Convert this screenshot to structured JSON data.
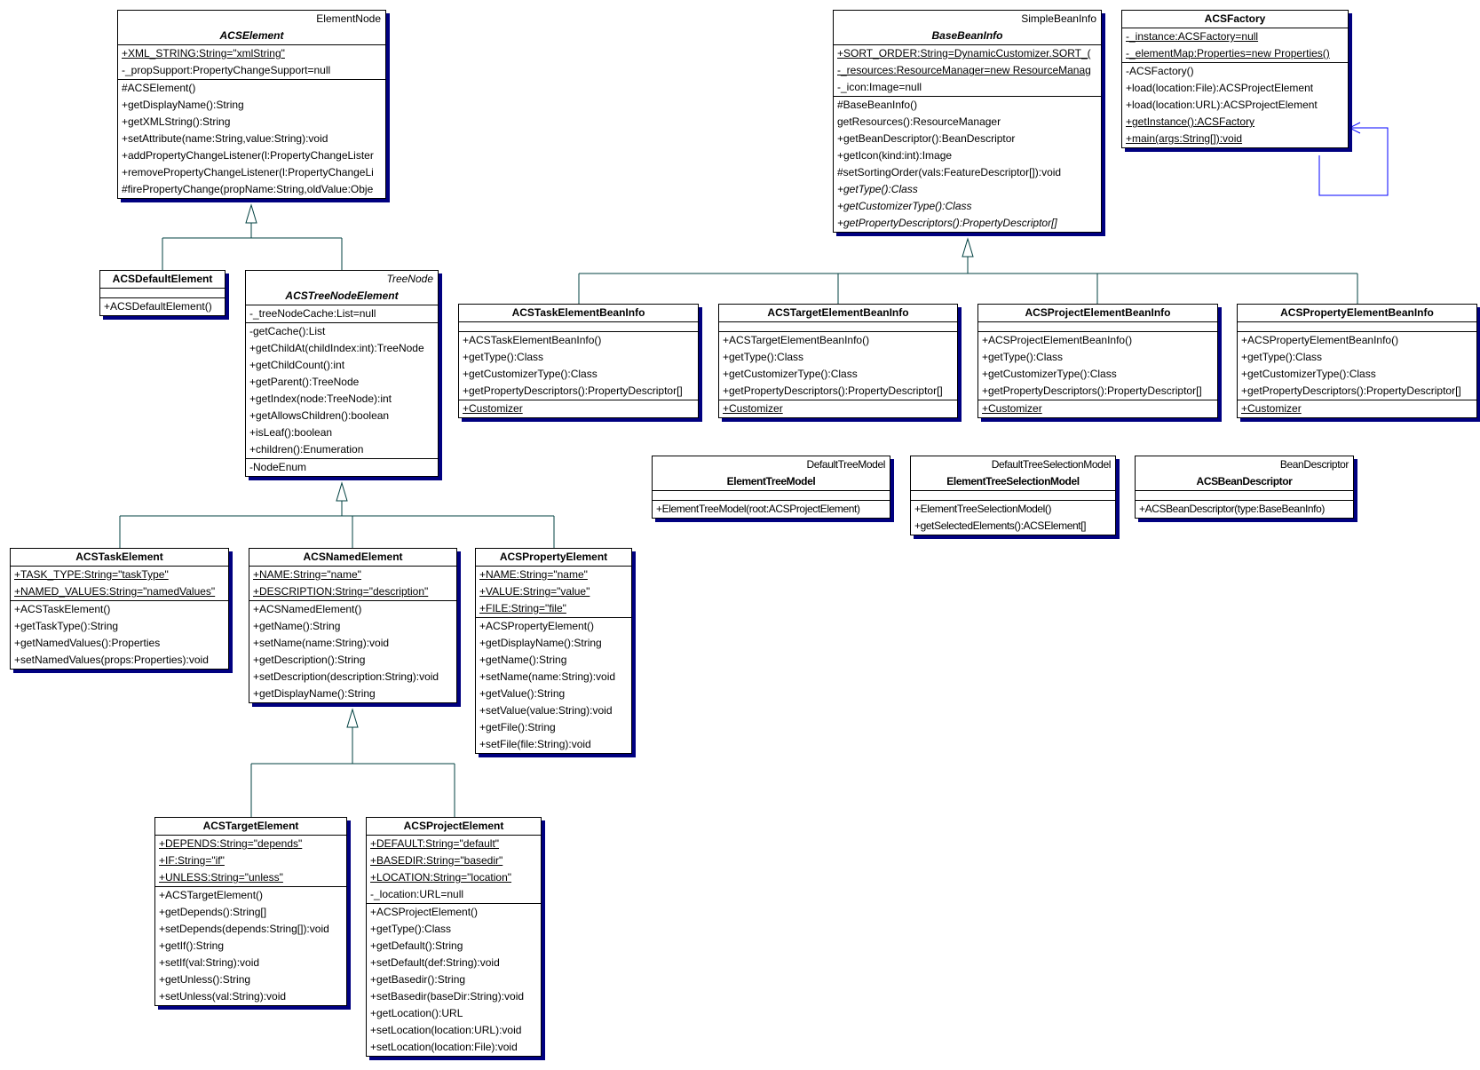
{
  "colors": {
    "generalization": "#004040",
    "association": "#0000ff",
    "shadow": "#000080"
  },
  "classes": [
    {
      "name": "ACSElement",
      "stereotype": "ElementNode",
      "abstract": true,
      "attributes": [
        {
          "text": "+XML_STRING:String=\"xmlString\"",
          "static": true
        },
        {
          "text": "-_propSupport:PropertyChangeSupport=null"
        }
      ],
      "operations": [
        {
          "text": "#ACSElement()"
        },
        {
          "text": "+getDisplayName():String"
        },
        {
          "text": "+getXMLString():String"
        },
        {
          "text": "+setAttribute(name:String,value:String):void"
        },
        {
          "text": "+addPropertyChangeListener(l:PropertyChangeLister"
        },
        {
          "text": "+removePropertyChangeListener(l:PropertyChangeLi"
        },
        {
          "text": "#firePropertyChange(propName:String,oldValue:Obje"
        }
      ]
    },
    {
      "name": "ACSDefaultElement",
      "attributes": [],
      "operations": [
        {
          "text": "+ACSDefaultElement()"
        }
      ]
    },
    {
      "name": "ACSTreeNodeElement",
      "stereotype": "TreeNode",
      "stereotype_italic": true,
      "abstract": true,
      "attributes": [
        {
          "text": "-_treeNodeCache:List=null"
        }
      ],
      "operations": [
        {
          "text": "-getCache():List"
        },
        {
          "text": "+getChildAt(childIndex:int):TreeNode"
        },
        {
          "text": "+getChildCount():int"
        },
        {
          "text": "+getParent():TreeNode"
        },
        {
          "text": "+getIndex(node:TreeNode):int"
        },
        {
          "text": "+getAllowsChildren():boolean"
        },
        {
          "text": "+isLeaf():boolean"
        },
        {
          "text": "+children():Enumeration"
        }
      ],
      "extra": [
        {
          "text": "-NodeEnum"
        }
      ]
    },
    {
      "name": "ACSTaskElement",
      "attributes": [
        {
          "text": "+TASK_TYPE:String=\"taskType\"",
          "static": true
        },
        {
          "text": "+NAMED_VALUES:String=\"namedValues\"",
          "static": true
        }
      ],
      "operations": [
        {
          "text": "+ACSTaskElement()"
        },
        {
          "text": "+getTaskType():String"
        },
        {
          "text": "+getNamedValues():Properties"
        },
        {
          "text": "+setNamedValues(props:Properties):void"
        }
      ]
    },
    {
      "name": "ACSNamedElement",
      "attributes": [
        {
          "text": "+NAME:String=\"name\"",
          "static": true
        },
        {
          "text": "+DESCRIPTION:String=\"description\"",
          "static": true
        }
      ],
      "operations": [
        {
          "text": "+ACSNamedElement()"
        },
        {
          "text": "+getName():String"
        },
        {
          "text": "+setName(name:String):void"
        },
        {
          "text": "+getDescription():String"
        },
        {
          "text": "+setDescription(description:String):void"
        },
        {
          "text": "+getDisplayName():String"
        }
      ]
    },
    {
      "name": "ACSPropertyElement",
      "attributes": [
        {
          "text": "+NAME:String=\"name\"",
          "static": true
        },
        {
          "text": "+VALUE:String=\"value\"",
          "static": true
        },
        {
          "text": "+FILE:String=\"file\"",
          "static": true
        }
      ],
      "operations": [
        {
          "text": "+ACSPropertyElement()"
        },
        {
          "text": "+getDisplayName():String"
        },
        {
          "text": "+getName():String"
        },
        {
          "text": "+setName(name:String):void"
        },
        {
          "text": "+getValue():String"
        },
        {
          "text": "+setValue(value:String):void"
        },
        {
          "text": "+getFile():String"
        },
        {
          "text": "+setFile(file:String):void"
        }
      ]
    },
    {
      "name": "ACSTargetElement",
      "attributes": [
        {
          "text": "+DEPENDS:String=\"depends\"",
          "static": true
        },
        {
          "text": "+IF:String=\"if\"",
          "static": true
        },
        {
          "text": "+UNLESS:String=\"unless\"",
          "static": true
        }
      ],
      "operations": [
        {
          "text": "+ACSTargetElement()"
        },
        {
          "text": "+getDepends():String[]"
        },
        {
          "text": "+setDepends(depends:String[]):void"
        },
        {
          "text": "+getIf():String"
        },
        {
          "text": "+setIf(val:String):void"
        },
        {
          "text": "+getUnless():String"
        },
        {
          "text": "+setUnless(val:String):void"
        }
      ]
    },
    {
      "name": "ACSProjectElement",
      "attributes": [
        {
          "text": "+DEFAULT:String=\"default\"",
          "static": true
        },
        {
          "text": "+BASEDIR:String=\"basedir\"",
          "static": true
        },
        {
          "text": "+LOCATION:String=\"location\"",
          "static": true
        },
        {
          "text": "-_location:URL=null"
        }
      ],
      "operations": [
        {
          "text": "+ACSProjectElement()"
        },
        {
          "text": "+getType():Class"
        },
        {
          "text": "+getDefault():String"
        },
        {
          "text": "+setDefault(def:String):void"
        },
        {
          "text": "+getBasedir():String"
        },
        {
          "text": "+setBasedir(baseDir:String):void"
        },
        {
          "text": "+getLocation():URL"
        },
        {
          "text": "+setLocation(location:URL):void"
        },
        {
          "text": "+setLocation(location:File):void"
        }
      ]
    },
    {
      "name": "BaseBeanInfo",
      "stereotype": "SimpleBeanInfo",
      "abstract": true,
      "attributes": [
        {
          "text": "+SORT_ORDER:String=DynamicCustomizer.SORT_(",
          "static": true
        },
        {
          "text": "-_resources:ResourceManager=new ResourceManag",
          "static": true
        },
        {
          "text": "-_icon:Image=null"
        }
      ],
      "operations": [
        {
          "text": "#BaseBeanInfo()"
        },
        {
          "text": "getResources():ResourceManager"
        },
        {
          "text": "+getBeanDescriptor():BeanDescriptor"
        },
        {
          "text": "+getIcon(kind:int):Image"
        },
        {
          "text": "#setSortingOrder(vals:FeatureDescriptor[]):void"
        },
        {
          "text": "+getType():Class",
          "abstract": true
        },
        {
          "text": "+getCustomizerType():Class",
          "abstract": true
        },
        {
          "text": "+getPropertyDescriptors():PropertyDescriptor[]",
          "abstract": true
        }
      ]
    },
    {
      "name": "ACSFactory",
      "attributes": [
        {
          "text": "-_instance:ACSFactory=null",
          "static": true
        },
        {
          "text": "-_elementMap:Properties=new Properties()",
          "static": true
        }
      ],
      "operations": [
        {
          "text": "-ACSFactory()"
        },
        {
          "text": "+load(location:File):ACSProjectElement"
        },
        {
          "text": "+load(location:URL):ACSProjectElement"
        },
        {
          "text": "+getInstance():ACSFactory",
          "static": true
        },
        {
          "text": "+main(args:String[]):void",
          "static": true
        }
      ]
    },
    {
      "name": "ACSTaskElementBeanInfo",
      "attributes": [],
      "operations": [
        {
          "text": "+ACSTaskElementBeanInfo()"
        },
        {
          "text": "+getType():Class"
        },
        {
          "text": "+getCustomizerType():Class"
        },
        {
          "text": "+getPropertyDescriptors():PropertyDescriptor[]"
        }
      ],
      "extra": [
        {
          "text": "+Customizer",
          "static": true
        }
      ]
    },
    {
      "name": "ACSTargetElementBeanInfo",
      "attributes": [],
      "operations": [
        {
          "text": "+ACSTargetElementBeanInfo()"
        },
        {
          "text": "+getType():Class"
        },
        {
          "text": "+getCustomizerType():Class"
        },
        {
          "text": "+getPropertyDescriptors():PropertyDescriptor[]"
        }
      ],
      "extra": [
        {
          "text": "+Customizer",
          "static": true
        }
      ]
    },
    {
      "name": "ACSProjectElementBeanInfo",
      "attributes": [],
      "operations": [
        {
          "text": "+ACSProjectElementBeanInfo()"
        },
        {
          "text": "+getType():Class"
        },
        {
          "text": "+getCustomizerType():Class"
        },
        {
          "text": "+getPropertyDescriptors():PropertyDescriptor[]"
        }
      ],
      "extra": [
        {
          "text": "+Customizer",
          "static": true
        }
      ]
    },
    {
      "name": "ACSPropertyElementBeanInfo",
      "attributes": [],
      "operations": [
        {
          "text": "+ACSPropertyElementBeanInfo()"
        },
        {
          "text": "+getType():Class"
        },
        {
          "text": "+getCustomizerType():Class"
        },
        {
          "text": "+getPropertyDescriptors():PropertyDescriptor[]"
        }
      ],
      "extra": [
        {
          "text": "+Customizer",
          "static": true
        }
      ]
    },
    {
      "name": "ElementTreeModel",
      "stereotype": "DefaultTreeModel",
      "attributes": [],
      "operations": [
        {
          "text": "+ElementTreeModel(root:ACSProjectElement)"
        }
      ]
    },
    {
      "name": "ElementTreeSelectionModel",
      "stereotype": "DefaultTreeSelectionModel",
      "attributes": [],
      "operations": [
        {
          "text": "+ElementTreeSelectionModel()"
        },
        {
          "text": "+getSelectedElements():ACSElement[]"
        }
      ]
    },
    {
      "name": "ACSBeanDescriptor",
      "stereotype": "BeanDescriptor",
      "attributes": [],
      "operations": [
        {
          "text": "+ACSBeanDescriptor(type:BaseBeanInfo)"
        }
      ]
    }
  ]
}
